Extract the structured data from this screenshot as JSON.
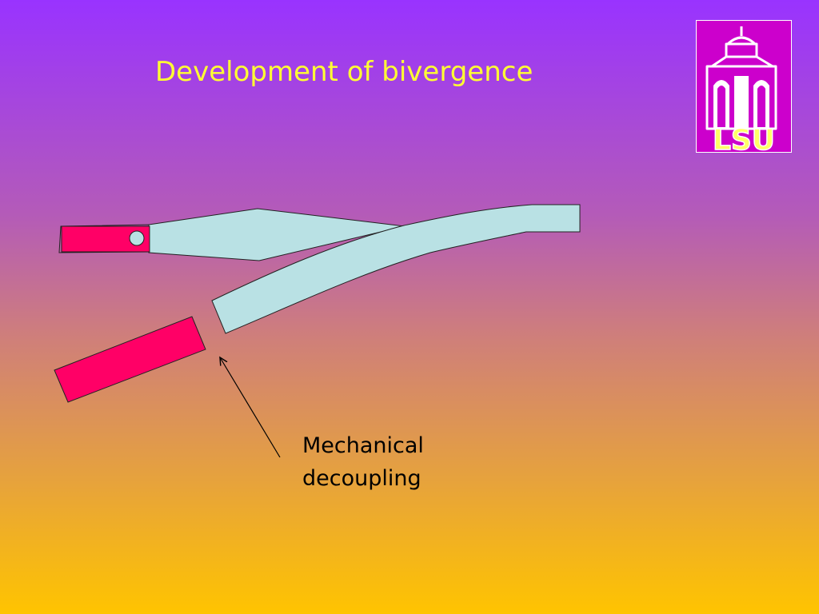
{
  "slide": {
    "title": "Development of bivergence",
    "annotation": {
      "line1": "Mechanical",
      "line2": "decoupling"
    },
    "logo": {
      "text": "LSU"
    }
  },
  "colors": {
    "title_text": "#ffff33",
    "fiber_segment": "#b9e1e4",
    "attached_segment": "#ff0066",
    "logo_background": "#cc00cc",
    "logo_text": "#ffff66",
    "gradient_top": "#9933ff",
    "gradient_bottom": "#ffc400"
  }
}
